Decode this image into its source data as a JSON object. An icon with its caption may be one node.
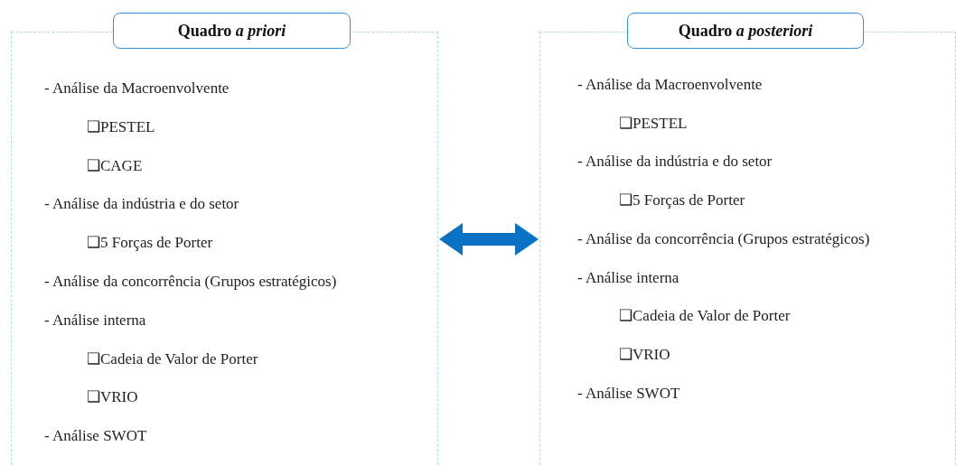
{
  "diagram": {
    "nodes": [
      {
        "text": [
          "Quadro *a priori*"
        ]
      },
      {
        "text": [
          "- Análise da Macroenvolvente",
          "❑PESTEL",
          "❑CAGE",
          "- Análise da indústria e do setor",
          "❑5 Forças de Porter",
          "- Análise da concorrência (Grupos estratégicos)",
          "- Análise interna",
          "❑Cadeia de Valor de Porter",
          "❑VRIO",
          "- Análise SWOT"
        ]
      },
      {
        "text": [
          "Quadro *a posteriori*"
        ]
      },
      {
        "text": [
          "- Análise da Macroenvolvente",
          "❑PESTEL",
          "- Análise da indústria e do setor",
          "❑5 Forças de Porter",
          "- Análise da concorrência (Grupos estratégicos)",
          "- Análise interna",
          "❑Cadeia de Valor de Porter",
          "❑VRIO",
          "- Análise SWOT"
        ]
      }
    ],
    "edges": [
      {
        "from": 1,
        "to": 3,
        "arrow": "both"
      }
    ]
  }
}
